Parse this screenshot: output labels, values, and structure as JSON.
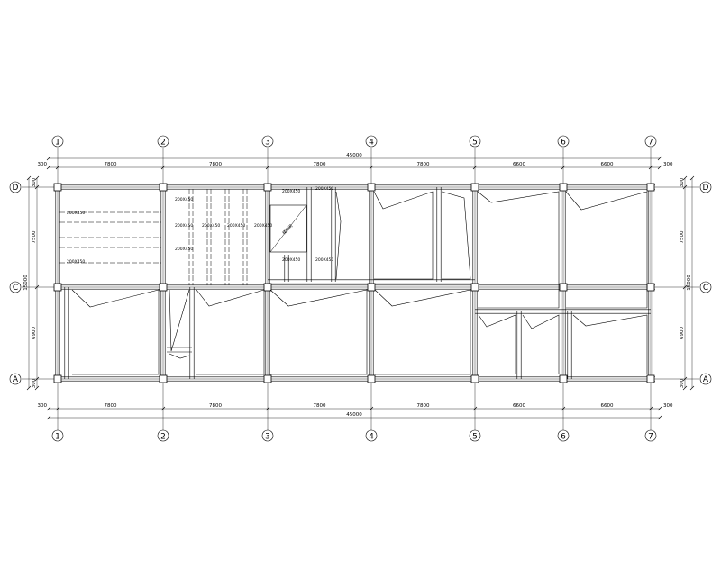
{
  "drawing": {
    "grid_columns": [
      "1",
      "2",
      "3",
      "4",
      "5",
      "6",
      "7"
    ],
    "grid_rows": [
      "D",
      "C",
      "A"
    ],
    "top_dims": [
      "300",
      "7800",
      "7800",
      "7800",
      "7800",
      "6600",
      "6600",
      "300"
    ],
    "top_total": "45000",
    "bottom_dims": [
      "300",
      "7800",
      "7800",
      "7800",
      "7800",
      "6600",
      "6600",
      "300"
    ],
    "bottom_total": "45000",
    "left_dims": [
      "300",
      "7500",
      "6900",
      "300"
    ],
    "left_total": "15000",
    "right_dims": [
      "300",
      "7500",
      "6900",
      "300"
    ],
    "right_total": "15000",
    "beam_labels": [
      "200X450",
      "200X450",
      "200X450",
      "200X450",
      "200X450",
      "200X450",
      "200X450",
      "200X450",
      "200X450",
      "200X450",
      "200X450",
      "200X450"
    ],
    "stair_label": "楼梯间"
  }
}
